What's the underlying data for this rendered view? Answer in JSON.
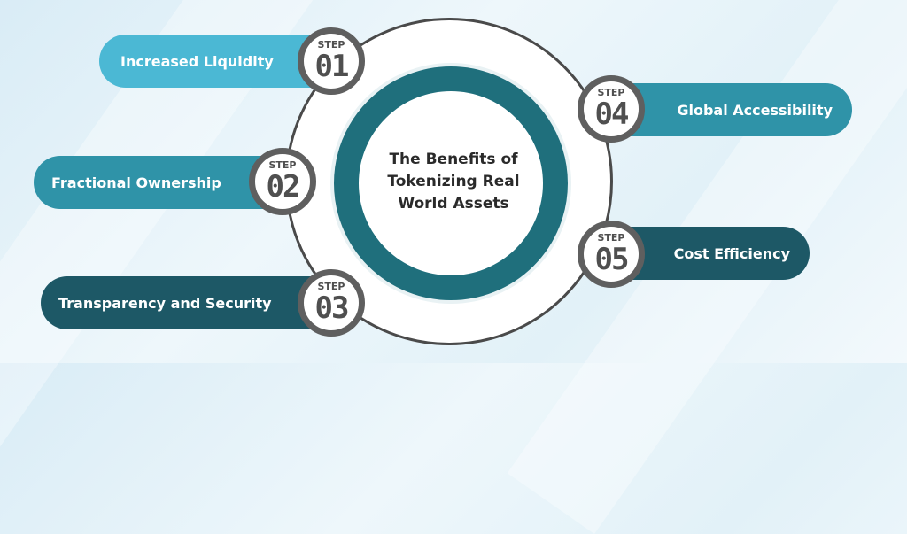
{
  "center": {
    "title_line1": "The Benefits of",
    "title_line2": "Tokenizing Real",
    "title_line3": "World Assets"
  },
  "steps": [
    {
      "step_label": "STEP",
      "number": "01",
      "label": "Increased Liquidity",
      "color": "#4bb8d4"
    },
    {
      "step_label": "STEP",
      "number": "02",
      "label": "Fractional Ownership",
      "color": "#2f93a8"
    },
    {
      "step_label": "STEP",
      "number": "03",
      "label": "Transparency and Security",
      "color": "#1d5866"
    },
    {
      "step_label": "STEP",
      "number": "04",
      "label": "Global Accessibility",
      "color": "#2f93a8"
    },
    {
      "step_label": "STEP",
      "number": "05",
      "label": "Cost Efficiency",
      "color": "#1d5866"
    }
  ],
  "colors": {
    "ring_teal": "#1f6f7c",
    "badge_border": "#5f5f5f",
    "text_dark": "#2a2a2a"
  }
}
